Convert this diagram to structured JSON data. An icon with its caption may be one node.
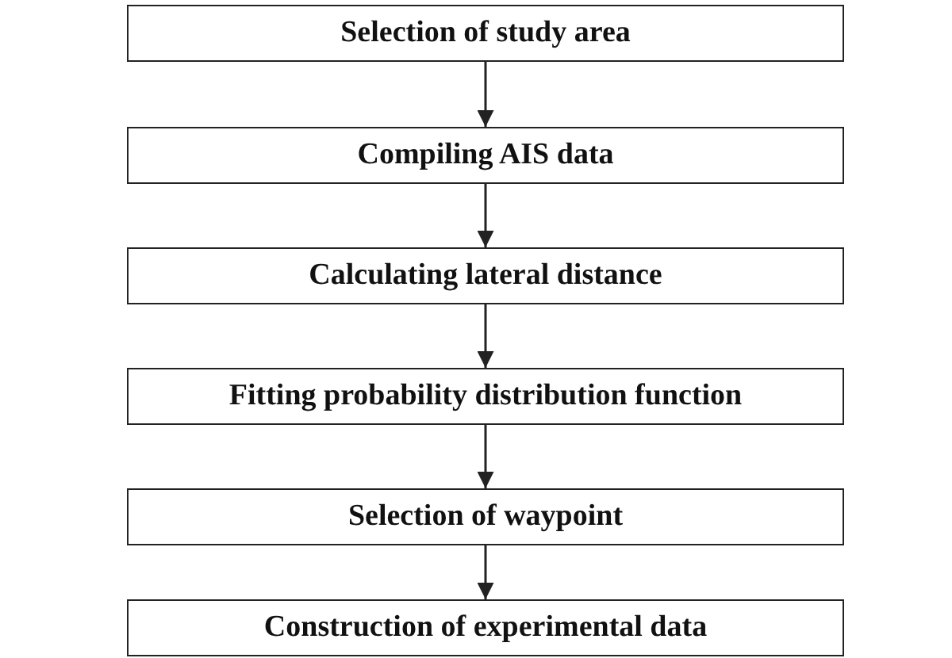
{
  "diagram": {
    "nodes": [
      {
        "text": [
          "Selection of study area"
        ]
      },
      {
        "text": [
          "Compiling AIS data"
        ]
      },
      {
        "text": [
          "Calculating lateral distance"
        ]
      },
      {
        "text": [
          "Fitting probability distribution function"
        ]
      },
      {
        "text": [
          "Selection of waypoint"
        ]
      },
      {
        "text": [
          "Construction of experimental data"
        ]
      }
    ],
    "edges": [
      {
        "from": 0,
        "to": 1,
        "arrow": "to"
      },
      {
        "from": 1,
        "to": 2,
        "arrow": "to"
      },
      {
        "from": 2,
        "to": 3,
        "arrow": "to"
      },
      {
        "from": 3,
        "to": 4,
        "arrow": "to"
      },
      {
        "from": 4,
        "to": 5,
        "arrow": "to"
      }
    ]
  }
}
